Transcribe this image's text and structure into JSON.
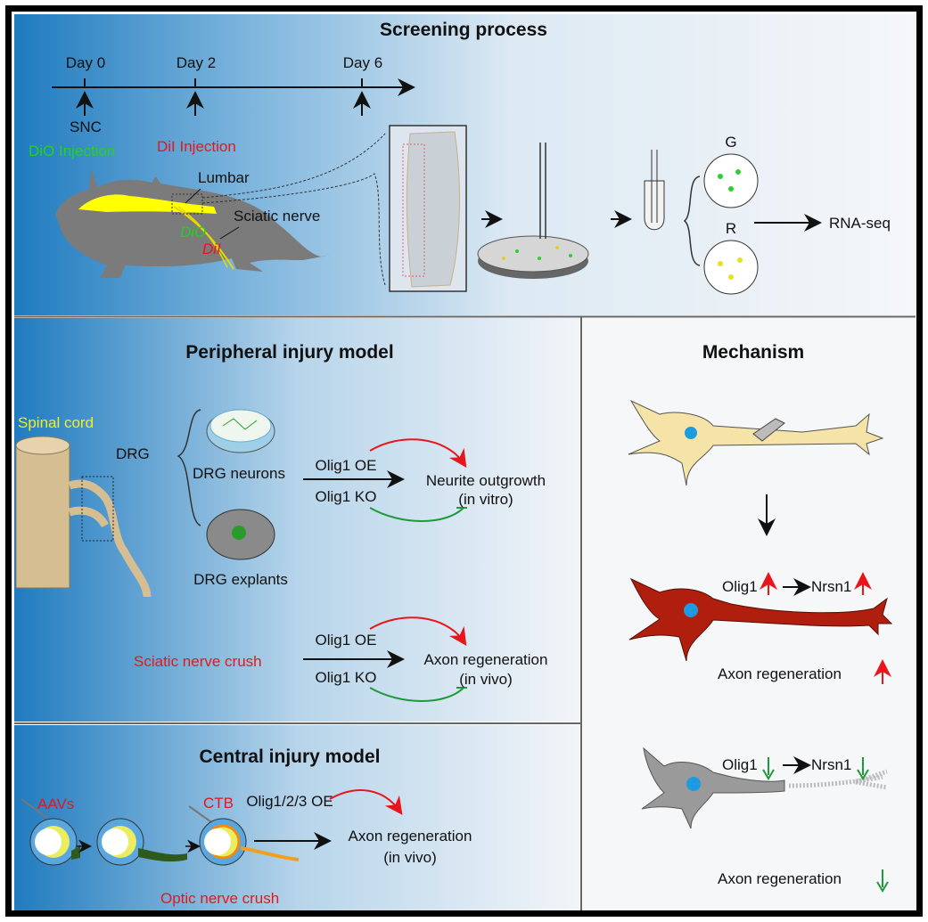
{
  "screening": {
    "title": "Screening process",
    "timeline": [
      "Day 0",
      "Day 2",
      "Day 6"
    ],
    "snc": "SNC",
    "dio_injection": "DiO Injection",
    "dil_injection": "DiI Injection",
    "lumbar": "Lumbar",
    "sciatic_nerve": "Sciatic nerve",
    "dio": "DiO",
    "dil": "DiI",
    "g": "G",
    "r": "R",
    "rnaseq": "RNA-seq"
  },
  "peripheral": {
    "title": "Peripheral injury model",
    "spinal_cord": "Spinal cord",
    "drg": "DRG",
    "drg_neurons": "DRG neurons",
    "drg_explants": "DRG explants",
    "oe": "Olig1 OE",
    "ko": "Olig1 KO",
    "neurite": "Neurite outgrowth",
    "in_vitro": "(in vitro)",
    "crush": "Sciatic nerve crush",
    "oe2": "Olig1 OE",
    "ko2": "Olig1 KO",
    "axon": "Axon regeneration",
    "in_vivo": "(in vivo)"
  },
  "central": {
    "title": "Central injury model",
    "aavs": "AAVs",
    "ctb": "CTB",
    "crush": "Optic nerve crush",
    "oe": "Olig1/2/3 OE",
    "axon": "Axon regeneration",
    "in_vivo": "(in vivo)"
  },
  "mechanism": {
    "title": "Mechanism",
    "olig1": "Olig1",
    "nrsn1": "Nrsn1",
    "axon_up": "Axon regeneration",
    "olig1_b": "Olig1",
    "nrsn1_b": "Nrsn1",
    "axon_down": "Axon regeneration"
  },
  "colors": {
    "up": "#e8161b",
    "down": "#1e9a3a",
    "accent_blue": "#1f7bbf"
  }
}
